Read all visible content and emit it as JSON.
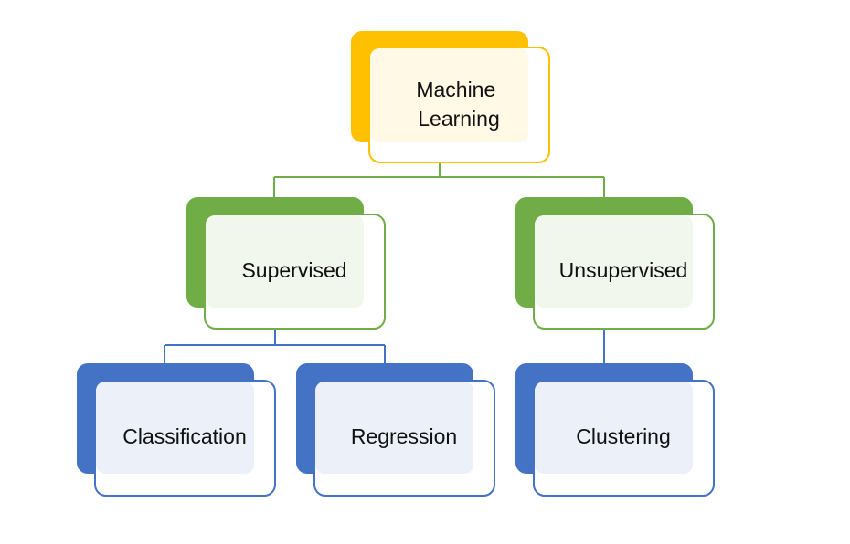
{
  "diagram": {
    "colors": {
      "root": "#FFC000",
      "level2": "#70AD47",
      "level3": "#4472C4"
    },
    "nodes": [
      {
        "id": "root",
        "lines": [
          "Machine",
          "Learning"
        ],
        "level": "root"
      },
      {
        "id": "supervised",
        "lines": [
          "Supervised"
        ],
        "level": "level2"
      },
      {
        "id": "unsupervised",
        "lines": [
          "Unsupervised"
        ],
        "level": "level2"
      },
      {
        "id": "classification",
        "lines": [
          "Classification"
        ],
        "level": "level3"
      },
      {
        "id": "regression",
        "lines": [
          "Regression"
        ],
        "level": "level3"
      },
      {
        "id": "clustering",
        "lines": [
          "Clustering"
        ],
        "level": "level3"
      }
    ],
    "edges": [
      {
        "from": "root",
        "to": "supervised"
      },
      {
        "from": "root",
        "to": "unsupervised"
      },
      {
        "from": "supervised",
        "to": "classification"
      },
      {
        "from": "supervised",
        "to": "regression"
      },
      {
        "from": "unsupervised",
        "to": "clustering"
      }
    ]
  }
}
